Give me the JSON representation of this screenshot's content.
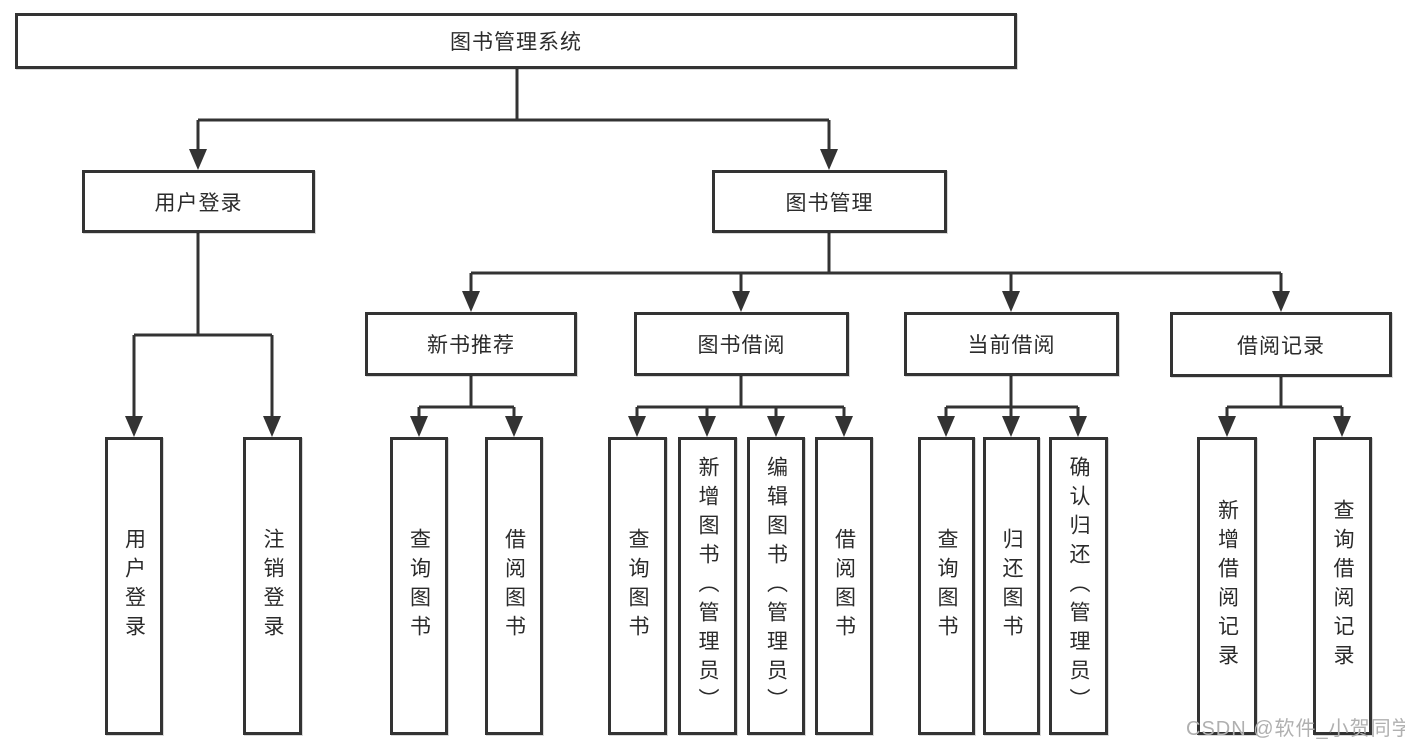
{
  "diagram": {
    "type": "hierarchy-tree",
    "root": {
      "label": "图书管理系统"
    },
    "branches": [
      {
        "label": "用户登录",
        "children": [
          {
            "label": "用户登录"
          },
          {
            "label": "注销登录"
          }
        ]
      },
      {
        "label": "图书管理",
        "children": [
          {
            "label": "新书推荐",
            "children": [
              {
                "label": "查询图书"
              },
              {
                "label": "借阅图书"
              }
            ]
          },
          {
            "label": "图书借阅",
            "children": [
              {
                "label": "查询图书"
              },
              {
                "label": "新增图书（管理员）"
              },
              {
                "label": "编辑图书（管理员）"
              },
              {
                "label": "借阅图书"
              }
            ]
          },
          {
            "label": "当前借阅",
            "children": [
              {
                "label": "查询图书"
              },
              {
                "label": "归还图书"
              },
              {
                "label": "确认归还（管理员）"
              }
            ]
          },
          {
            "label": "借阅记录",
            "children": [
              {
                "label": "新增借阅记录"
              },
              {
                "label": "查询借阅记录"
              }
            ]
          }
        ]
      }
    ]
  },
  "watermark": {
    "text": "CSDN @软件_小贺同学"
  },
  "colors": {
    "line": "#333333",
    "box_border": "#333333",
    "text": "#2b2b2b",
    "watermark": "#b0b0b0",
    "background": "#ffffff"
  }
}
